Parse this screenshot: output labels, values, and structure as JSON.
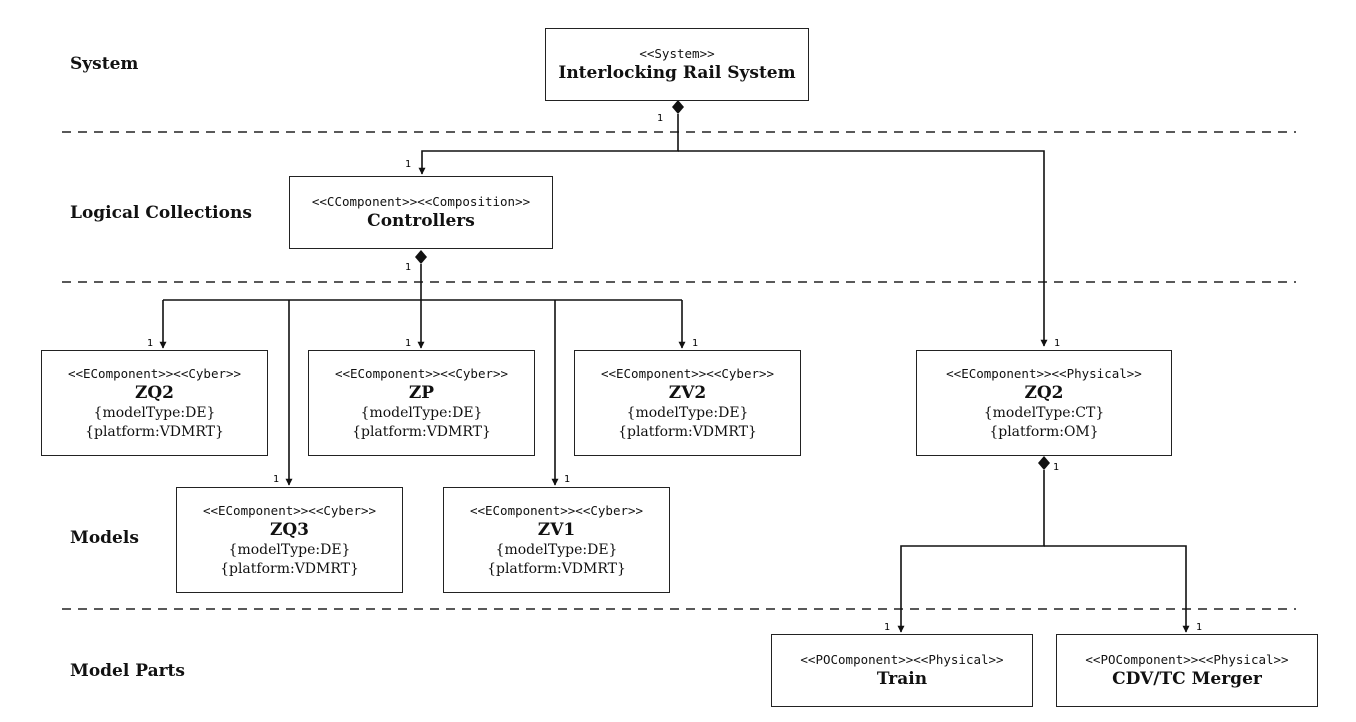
{
  "layers": {
    "system": "System",
    "logical": "Logical Collections",
    "models": "Models",
    "parts": "Model Parts"
  },
  "nodes": {
    "system": {
      "stereotype": "<<System>>",
      "name": "Interlocking Rail System"
    },
    "controllers": {
      "stereotype": "<<CComponent>><<Composition>>",
      "name": "Controllers"
    },
    "zq2_cyber": {
      "stereotype": "<<EComponent>><<Cyber>>",
      "name": "ZQ2",
      "props": [
        "{modelType:DE}",
        "{platform:VDMRT}"
      ]
    },
    "zp": {
      "stereotype": "<<EComponent>><<Cyber>>",
      "name": "ZP",
      "props": [
        "{modelType:DE}",
        "{platform:VDMRT}"
      ]
    },
    "zv2": {
      "stereotype": "<<EComponent>><<Cyber>>",
      "name": "ZV2",
      "props": [
        "{modelType:DE}",
        "{platform:VDMRT}"
      ]
    },
    "zq3": {
      "stereotype": "<<EComponent>><<Cyber>>",
      "name": "ZQ3",
      "props": [
        "{modelType:DE}",
        "{platform:VDMRT}"
      ]
    },
    "zv1": {
      "stereotype": "<<EComponent>><<Cyber>>",
      "name": "ZV1",
      "props": [
        "{modelType:DE}",
        "{platform:VDMRT}"
      ]
    },
    "zq2_physical": {
      "stereotype": "<<EComponent>><<Physical>>",
      "name": "ZQ2",
      "props": [
        "{modelType:CT}",
        "{platform:OM}"
      ]
    },
    "train": {
      "stereotype": "<<POComponent>><<Physical>>",
      "name": "Train"
    },
    "cdv": {
      "stereotype": "<<POComponent>><<Physical>>",
      "name": "CDV/TC Merger"
    }
  },
  "multiplicities": {
    "system_source": "1",
    "controllers_target": "1",
    "controllers_source": "1",
    "zq2_cyber_target": "1",
    "zp_target": "1",
    "zv2_target": "1",
    "zq3_target": "1",
    "zv1_target": "1",
    "zq2_physical_target": "1",
    "zq2_physical_source": "1",
    "train_target": "1",
    "cdv_target": "1"
  }
}
